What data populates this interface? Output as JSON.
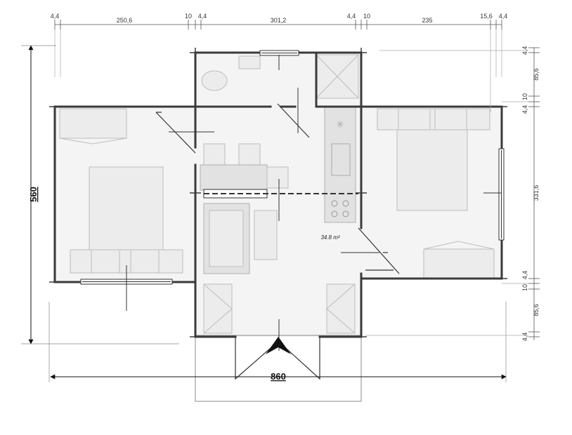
{
  "top_dims": [
    "4,4",
    "250,6",
    "10",
    "4,4",
    "301,2",
    "4,4",
    "10",
    "235",
    "15,6",
    "4,4"
  ],
  "right_dims": [
    "4,4",
    "85,6",
    "10",
    "4,4",
    "331,6",
    "4,4",
    "10",
    "85,6",
    "4,4"
  ],
  "left_dim": "560",
  "bottom_dim": "860",
  "area_label": "34.8 m²"
}
